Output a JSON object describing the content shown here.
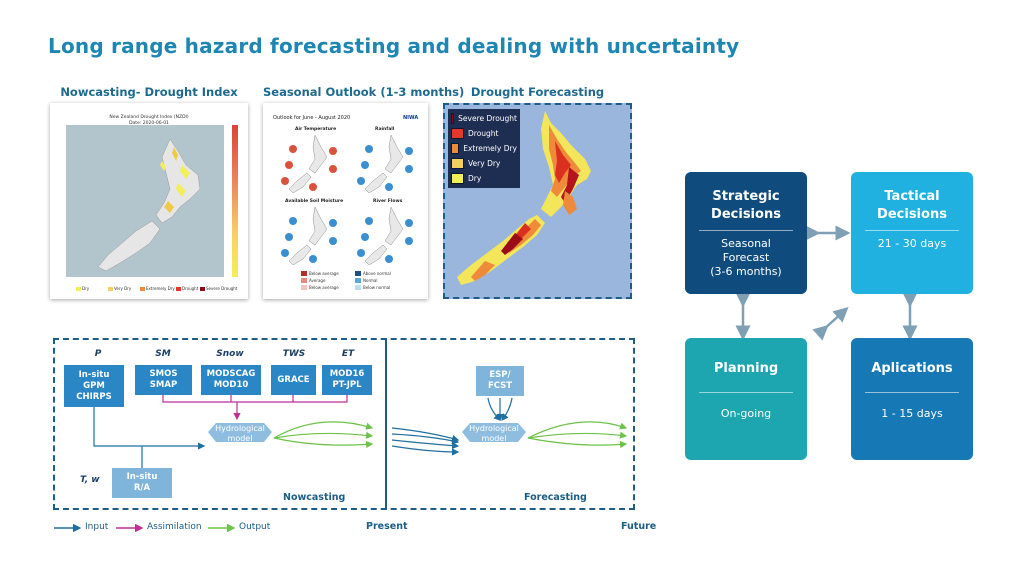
{
  "title": "Long range hazard forecasting and dealing with uncertainty",
  "panels": {
    "nowcasting": {
      "title": "Nowcasting- Drought Index",
      "map_title": "New Zealand Drought Index (NZDI)",
      "map_date": "Date: 2020-06-01",
      "legend": [
        "Dry",
        "Very Dry",
        "Extremely Dry",
        "Drought",
        "Severe Drought"
      ]
    },
    "seasonal": {
      "title": "Seasonal Outlook (1-3 months)",
      "card_title": "Outlook for June - August 2020",
      "logo": "NIWA",
      "quadrants": [
        "Air Temperature",
        "Rainfall",
        "Available Soil Moisture",
        "River Flows"
      ],
      "legend_left": [
        "Below average",
        "Average",
        "Below average"
      ],
      "legend_right": [
        "Above normal",
        "Normal",
        "Below normal"
      ]
    },
    "drought": {
      "title": "Drought Forecasting",
      "legend": [
        {
          "label": "Severe Drought",
          "color": "#8b0a1a"
        },
        {
          "label": "Drought",
          "color": "#e23a2a"
        },
        {
          "label": "Extremely Dry",
          "color": "#ee8a3a"
        },
        {
          "label": "Very Dry",
          "color": "#f6cf63"
        },
        {
          "label": "Dry",
          "color": "#f3ef5b"
        }
      ]
    }
  },
  "flow": {
    "sources": [
      {
        "head": "P",
        "lines": [
          "In-situ",
          "GPM",
          "CHIRPS"
        ]
      },
      {
        "head": "SM",
        "lines": [
          "SMOS",
          "SMAP"
        ]
      },
      {
        "head": "Snow",
        "lines": [
          "MODSCAG",
          "MOD10"
        ]
      },
      {
        "head": "TWS",
        "lines": [
          "GRACE"
        ]
      },
      {
        "head": "ET",
        "lines": [
          "MOD16",
          "PT-JPL"
        ]
      }
    ],
    "tw_label": "T, w",
    "tw_box": [
      "In-situ",
      "R/A"
    ],
    "hydro_now": [
      "Hydrological",
      "model"
    ],
    "esp_box": [
      "ESP/",
      "FCST"
    ],
    "hydro_fc": [
      "Hydrological",
      "model"
    ],
    "nowcasting_label": "Nowcasting",
    "forecasting_label": "Forecasting",
    "present_label": "Present",
    "future_label": "Future",
    "legend": {
      "input": "Input",
      "assimilation": "Assimilation",
      "output": "Output"
    }
  },
  "decisions": {
    "strategic": {
      "title": [
        "Strategic",
        "Decisions"
      ],
      "sub": [
        "Seasonal",
        "Forecast",
        "(3-6 months)"
      ]
    },
    "tactical": {
      "title": [
        "Tactical",
        "Decisions"
      ],
      "sub": [
        "21 - 30 days"
      ]
    },
    "planning": {
      "title": [
        "Planning"
      ],
      "sub": [
        "On-going"
      ]
    },
    "applications": {
      "title": [
        "Aplications"
      ],
      "sub": [
        "1 - 15 days"
      ]
    }
  },
  "colors": {
    "title": "#1e86b3",
    "strategic": "#0f4c7d",
    "tactical": "#21b1e0",
    "planning": "#1ea6b0",
    "applications": "#1678b4",
    "input_arrow": "#1f6fa0",
    "assimilation_arrow": "#c22e96",
    "output_arrow": "#6cc24a"
  }
}
